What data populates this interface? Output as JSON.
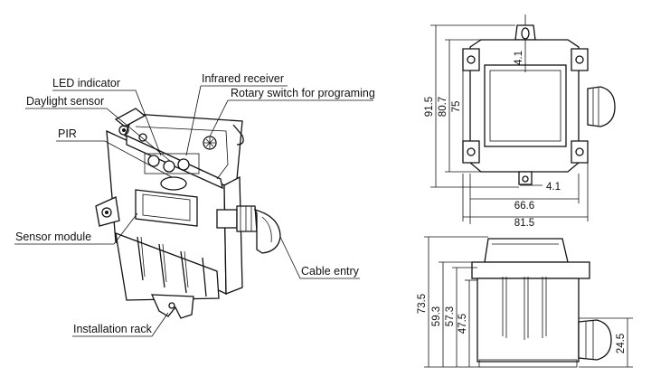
{
  "labels": {
    "led_indicator": "LED indicator",
    "infrared_receiver": "Infrared receiver",
    "daylight_sensor": "Daylight sensor",
    "rotary_switch": "Rotary switch for programing",
    "pir": "PIR",
    "sensor_module": "Sensor module",
    "cable_entry": "Cable entry",
    "installation_rack": "Installation rack"
  },
  "dimensions": {
    "top_view": {
      "overall_height": "91.5",
      "body_height": "80.7",
      "inner_height": "75",
      "top_offset": "4.1",
      "bottom_offset": "4.1",
      "inner_width": "66.6",
      "overall_width": "81.5"
    },
    "side_view": {
      "overall_height": "73.5",
      "height_2": "59.3",
      "height_3": "57.3",
      "height_4": "47.5",
      "cable_height": "24.5"
    }
  }
}
